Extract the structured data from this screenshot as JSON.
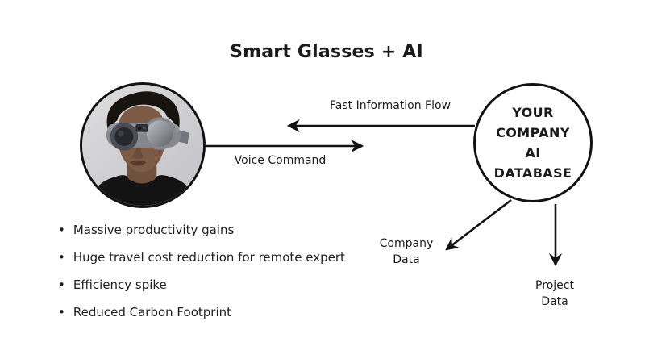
{
  "title": "Smart Glasses + AI",
  "diagram": {
    "database": {
      "lines": [
        "YOUR",
        "COMPANY",
        "AI",
        "DATABASE"
      ]
    },
    "flows": {
      "fast_info": "Fast Information Flow",
      "voice_command": "Voice Command"
    },
    "outputs": {
      "company": {
        "line1": "Company",
        "line2": "Data"
      },
      "project": {
        "line1": "Project",
        "line2": "Data"
      }
    }
  },
  "benefits": [
    "Massive productivity gains",
    "Huge travel cost reduction for remote expert",
    "Efficiency spike",
    "Reduced Carbon Footprint"
  ],
  "colors": {
    "ink": "#141414",
    "background": "#ffffff"
  }
}
